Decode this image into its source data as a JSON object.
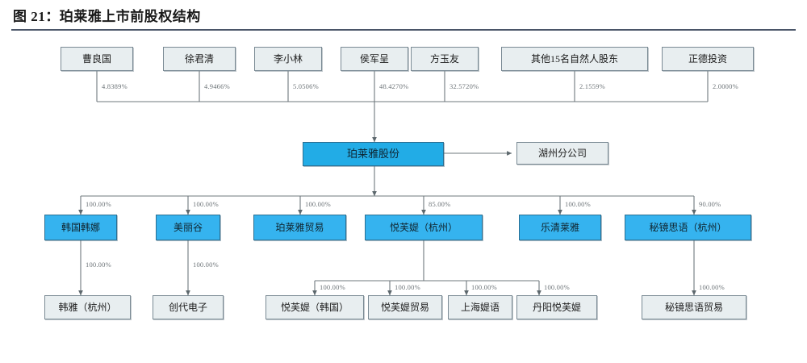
{
  "header": {
    "figure_label": "图 21：",
    "title": "珀莱雅上市前股权结构",
    "full_title": "图 21：珀莱雅上市前股权结构"
  },
  "colors": {
    "accent_blue": "#35b3ef",
    "main_blue": "#22ace6",
    "node_grey": "#e8eef0",
    "border_grey": "#7a8a94",
    "border_blue": "#2b6f92",
    "line": "#6f787d",
    "title_rule": "#4a5568",
    "pct_text": "#6d7478"
  },
  "chart_data": {
    "type": "diagram",
    "title": "珀莱雅上市前股权结构",
    "diagram_kind": "org-ownership-tree",
    "shareholders": [
      {
        "name": "曹良国",
        "pct": "4.8389%"
      },
      {
        "name": "徐君清",
        "pct": "4.9466%"
      },
      {
        "name": "李小林",
        "pct": "5.0506%"
      },
      {
        "name": "侯军呈",
        "pct": "48.4270%"
      },
      {
        "name": "方玉友",
        "pct": "32.5720%"
      },
      {
        "name": "其他15名自然人股东",
        "pct": "2.1559%"
      },
      {
        "name": "正德投资",
        "pct": "2.0000%"
      }
    ],
    "company": {
      "name": "珀莱雅股份"
    },
    "branch": {
      "name": "湖州分公司"
    },
    "subsidiaries": [
      {
        "name": "韩国韩娜",
        "pct": "100.00%"
      },
      {
        "name": "美丽谷",
        "pct": "100.00%"
      },
      {
        "name": "珀莱雅贸易",
        "pct": "100.00%"
      },
      {
        "name": "悦芙媞（杭州）",
        "pct": "85.00%"
      },
      {
        "name": "乐清莱雅",
        "pct": "100.00%"
      },
      {
        "name": "秘镜思语（杭州）",
        "pct": "90.00%"
      }
    ],
    "grandchildren": [
      {
        "name": "韩雅（杭州）",
        "pct": "100.00%",
        "parent": "韩国韩娜"
      },
      {
        "name": "创代电子",
        "pct": "100.00%",
        "parent": "美丽谷"
      },
      {
        "name": "悦芙媞（韩国）",
        "pct": "100.00%",
        "parent": "悦芙媞（杭州）"
      },
      {
        "name": "悦芙媞贸易",
        "pct": "100.00%",
        "parent": "悦芙媞（杭州）"
      },
      {
        "name": "上海媞语",
        "pct": "100.00%",
        "parent": "悦芙媞（杭州）"
      },
      {
        "name": "丹阳悦芙媞",
        "pct": "100.00%",
        "parent": "悦芙媞（杭州）"
      },
      {
        "name": "秘镜思语贸易",
        "pct": "100.00%",
        "parent": "秘镜思语（杭州）"
      }
    ]
  }
}
